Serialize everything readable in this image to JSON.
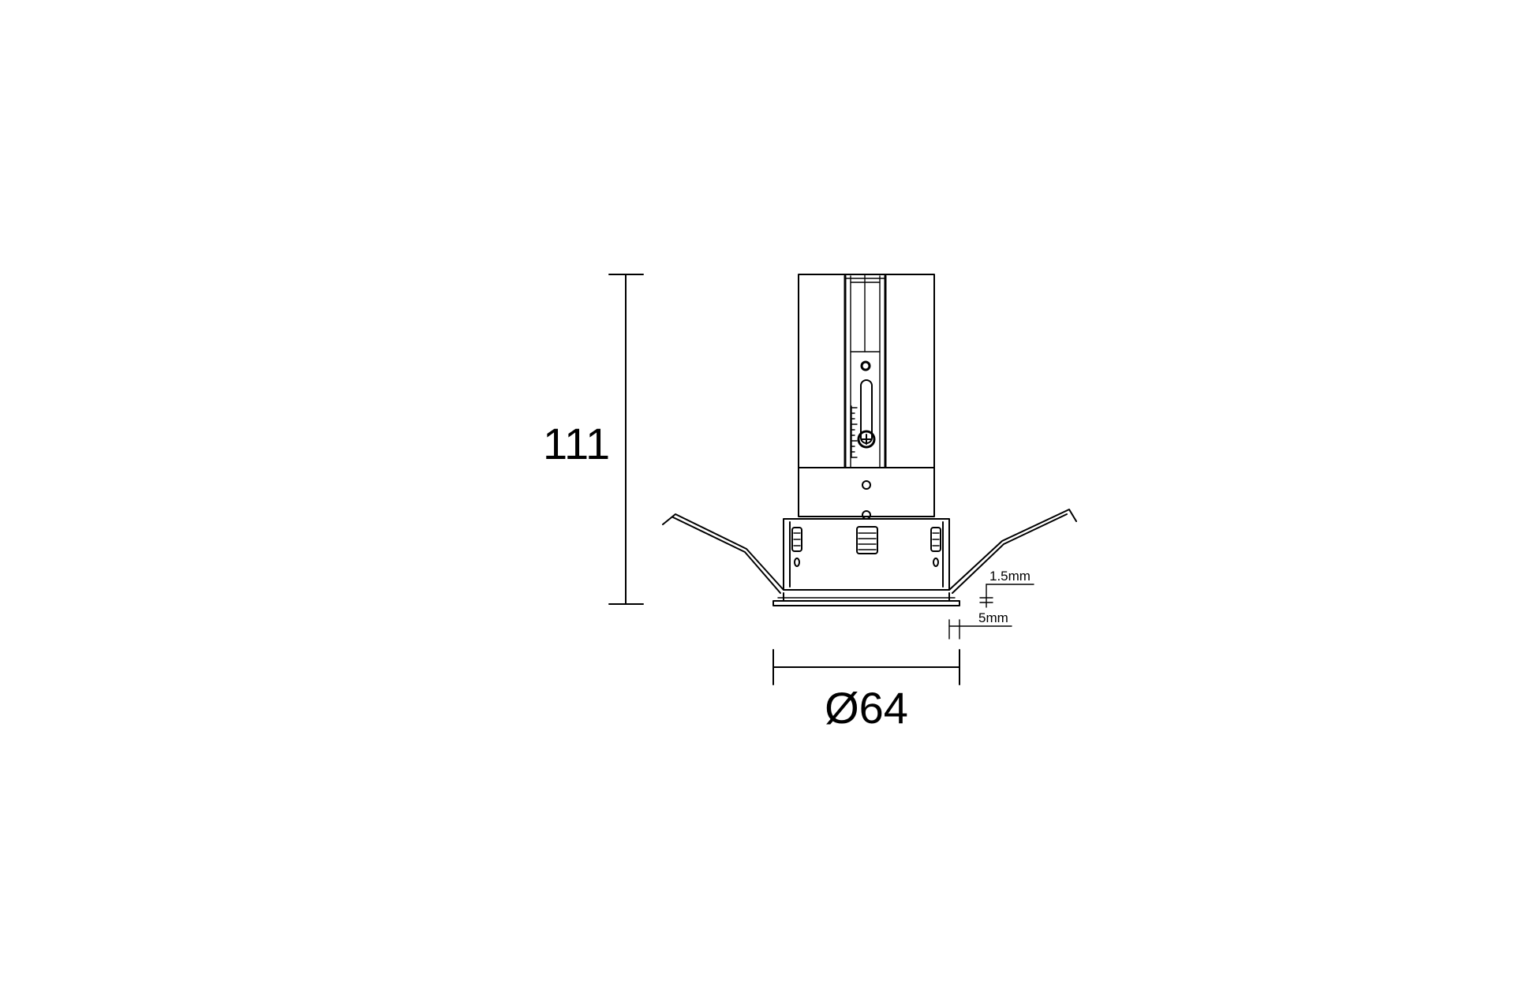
{
  "dimensions": {
    "height_label": "111",
    "diameter_label": "Ø64",
    "flange_thickness_label": "1.5mm",
    "flange_width_label": "5mm"
  },
  "colors": {
    "line": "#000000",
    "background": "#ffffff"
  }
}
